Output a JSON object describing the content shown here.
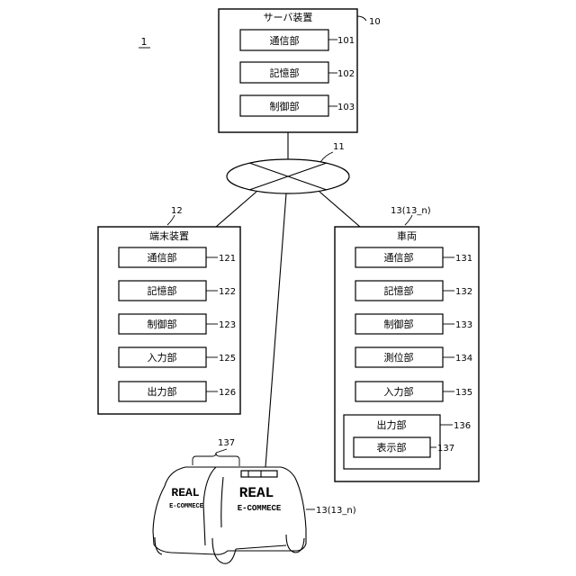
{
  "figure_label": "1",
  "server": {
    "title": "サーバ装置",
    "ref": "10",
    "units": [
      {
        "label": "通信部",
        "ref": "101"
      },
      {
        "label": "記憶部",
        "ref": "102"
      },
      {
        "label": "制御部",
        "ref": "103"
      }
    ]
  },
  "network": {
    "ref": "11"
  },
  "terminal": {
    "title": "端末装置",
    "ref": "12",
    "units": [
      {
        "label": "通信部",
        "ref": "121"
      },
      {
        "label": "記憶部",
        "ref": "122"
      },
      {
        "label": "制御部",
        "ref": "123"
      },
      {
        "label": "入力部",
        "ref": "125"
      },
      {
        "label": "出力部",
        "ref": "126"
      }
    ]
  },
  "vehicle": {
    "title": "車両",
    "ref": "13(13_n)",
    "units": [
      {
        "label": "通信部",
        "ref": "131"
      },
      {
        "label": "記憶部",
        "ref": "132"
      },
      {
        "label": "制御部",
        "ref": "133"
      },
      {
        "label": "測位部",
        "ref": "134"
      },
      {
        "label": "入力部",
        "ref": "135"
      }
    ],
    "output": {
      "label": "出力部",
      "ref": "136",
      "display": {
        "label": "表示部",
        "ref": "137"
      }
    }
  },
  "illustration": {
    "ref": "13(13_n)",
    "display_ref": "137",
    "side_text_1": "REAL",
    "side_text_2": "E-COMMECE",
    "front_text_1": "REAL",
    "front_text_2": "E-COMMECE"
  }
}
